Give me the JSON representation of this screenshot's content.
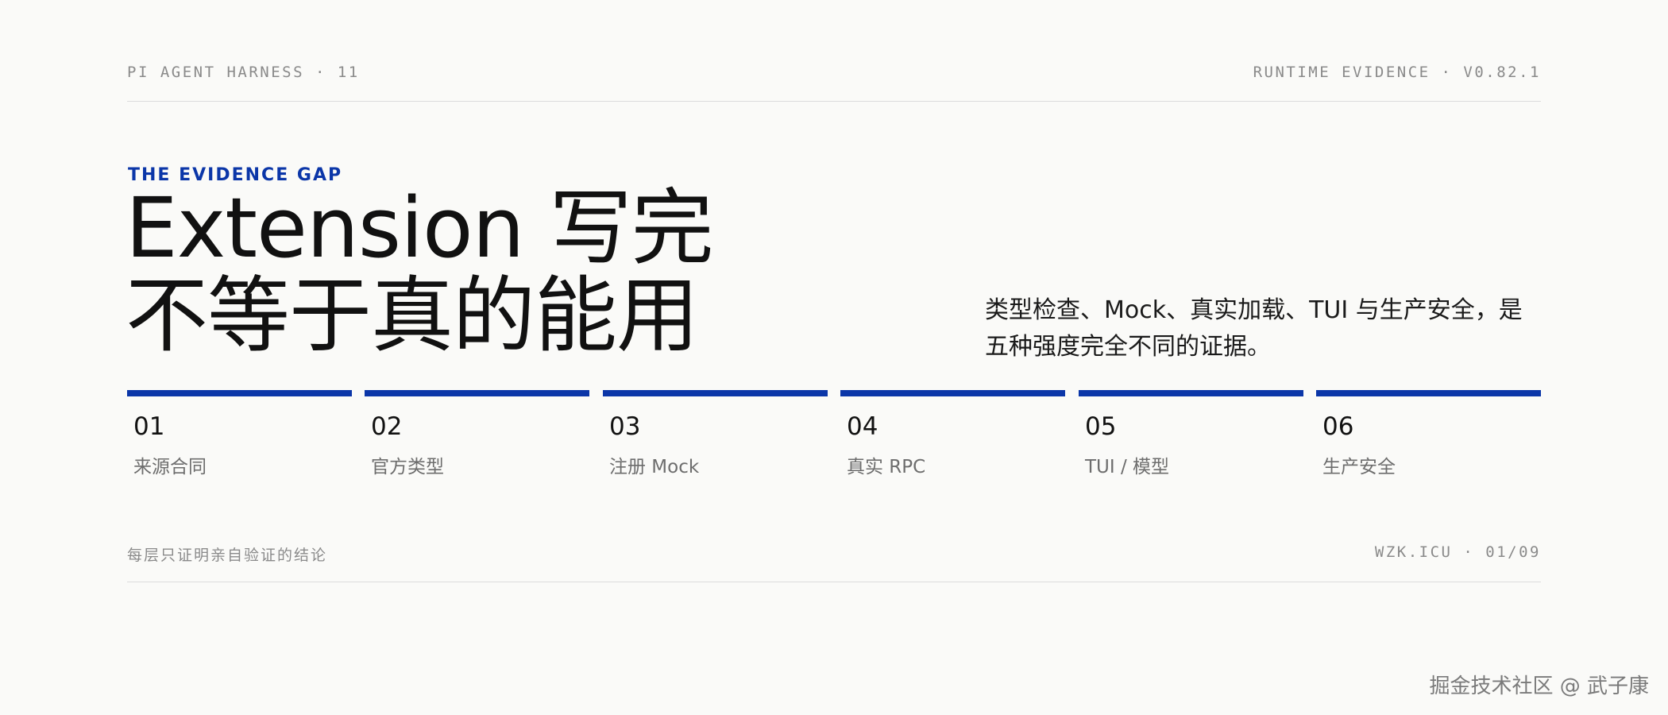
{
  "header": {
    "left": "PI AGENT HARNESS · 11",
    "right": "RUNTIME EVIDENCE · V0.82.1"
  },
  "kicker": "THE EVIDENCE GAP",
  "headline": {
    "line1": "Extension 写完",
    "line2": "不等于真的能用"
  },
  "description": "类型检查、Mock、真实加载、TUI 与生产安全，是五种强度完全不同的证据。",
  "steps": [
    {
      "num": "01",
      "label": "来源合同"
    },
    {
      "num": "02",
      "label": "官方类型"
    },
    {
      "num": "03",
      "label": "注册 Mock"
    },
    {
      "num": "04",
      "label": "真实 RPC"
    },
    {
      "num": "05",
      "label": "TUI / 模型"
    },
    {
      "num": "06",
      "label": "生产安全"
    }
  ],
  "footer": {
    "left": "每层只证明亲自验证的结论",
    "right": "WZK.ICU · 01/09"
  },
  "watermark": "掘金技术社区 @ 武子康",
  "colors": {
    "accent": "#0b36a8",
    "background": "#fafaf8",
    "text": "#111111",
    "muted": "#8a8a8a"
  }
}
